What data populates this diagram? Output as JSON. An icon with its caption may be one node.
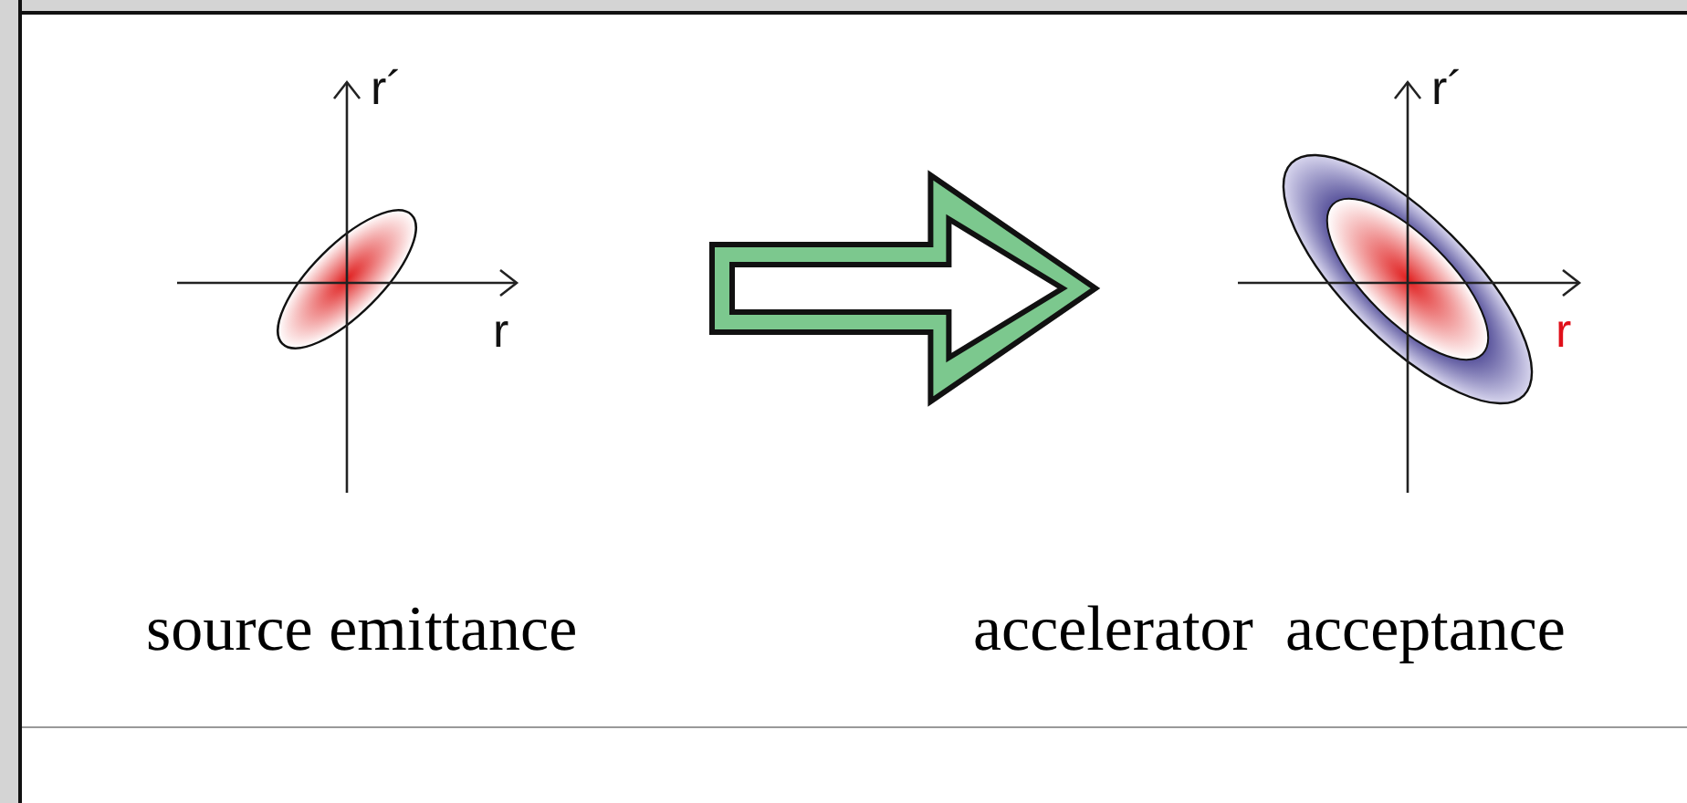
{
  "diagram": {
    "nodes": [
      {
        "text": [
          "r´",
          "r"
        ],
        "beside": [
          "source emittance"
        ]
      },
      {
        "text": [
          "r´",
          "r"
        ],
        "beside": [
          "accelerator  acceptance"
        ]
      }
    ],
    "edges": [
      {
        "from": 0,
        "to": 1,
        "arrow": "to"
      }
    ]
  }
}
